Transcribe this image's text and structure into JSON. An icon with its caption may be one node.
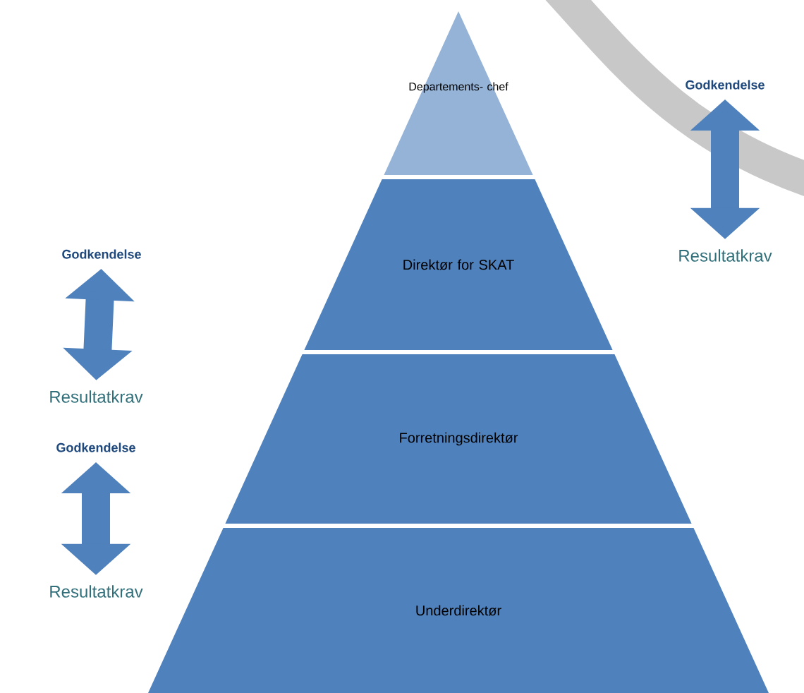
{
  "diagram": {
    "nodes": [
      {
        "text": [
          "Departements- chef"
        ]
      },
      {
        "text": [
          "Direktør for SKAT"
        ]
      },
      {
        "text": [
          "Forretningsdirektør"
        ]
      },
      {
        "text": [
          "Underdirektør"
        ]
      },
      {
        "text": [
          "Godkendelse"
        ]
      },
      {
        "text": [
          "Resultatkrav"
        ]
      },
      {
        "text": [
          "Godkendelse"
        ]
      },
      {
        "text": [
          "Resultatkrav"
        ]
      },
      {
        "text": [
          "Godkendelse"
        ]
      },
      {
        "text": [
          "Resultatkrav"
        ]
      }
    ],
    "edges": [
      {
        "from": 8,
        "to": 9,
        "arrow": "both"
      },
      {
        "from": 4,
        "to": 5,
        "arrow": "both"
      },
      {
        "from": 6,
        "to": 7,
        "arrow": "both"
      }
    ]
  }
}
